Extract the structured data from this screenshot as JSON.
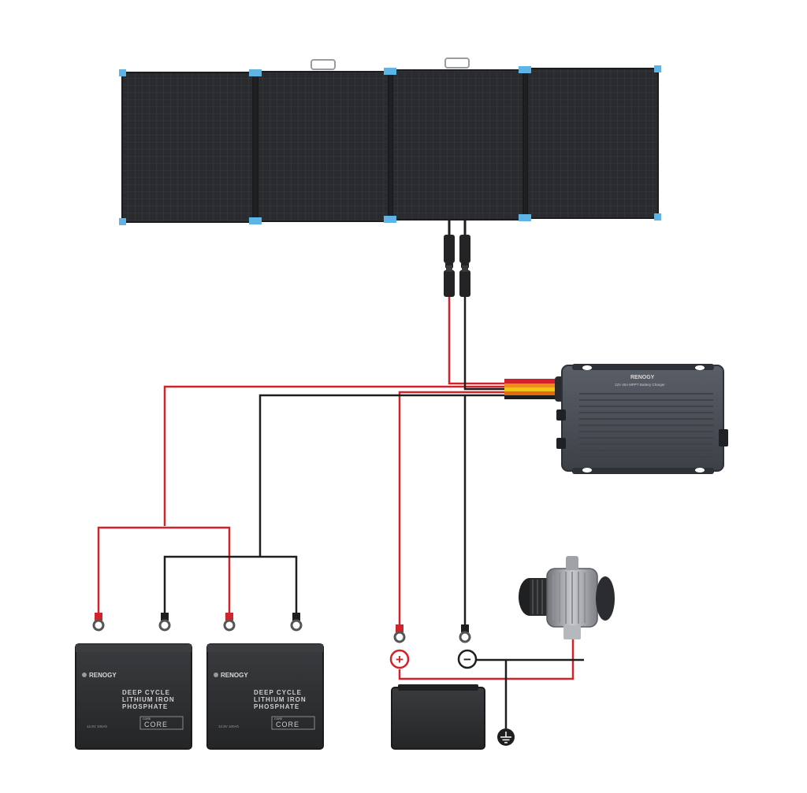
{
  "colors": {
    "positive_wire": "#d2232a",
    "negative_wire": "#1e1e1e",
    "panel_body": "#2c2d30",
    "panel_corner": "#5fb4e6",
    "battery_body": "#2f3032",
    "charger_body": "#4b5058",
    "orange_wire": "#f08c1c",
    "yellow_wire": "#f2c21a"
  },
  "solar_panel": {
    "icon": "solar-panel-icon",
    "panels": 4
  },
  "charger": {
    "icon": "dc-dc-charger-icon",
    "brand": "RENOGY",
    "subtitle": "12V 40A MPPT Battery Charger"
  },
  "batteries": [
    {
      "brand": "RENOGY",
      "line1": "DEEP CYCLE",
      "line2": "LITHIUM IRON",
      "line3": "PHOSPHATE",
      "spec": "12.8V 100Ah",
      "core_small": "CORE",
      "core_big": "CORE"
    },
    {
      "brand": "RENOGY",
      "line1": "DEEP CYCLE",
      "line2": "LITHIUM IRON",
      "line3": "PHOSPHATE",
      "spec": "12.8V 100Ah",
      "core_small": "CORE",
      "core_big": "CORE"
    }
  ],
  "starter_battery": {
    "icon": "starter-battery-icon"
  },
  "alternator": {
    "icon": "alternator-icon"
  },
  "terminals": {
    "positive_symbol": "+",
    "negative_symbol": "−"
  },
  "ground": {
    "icon": "ground-icon"
  }
}
